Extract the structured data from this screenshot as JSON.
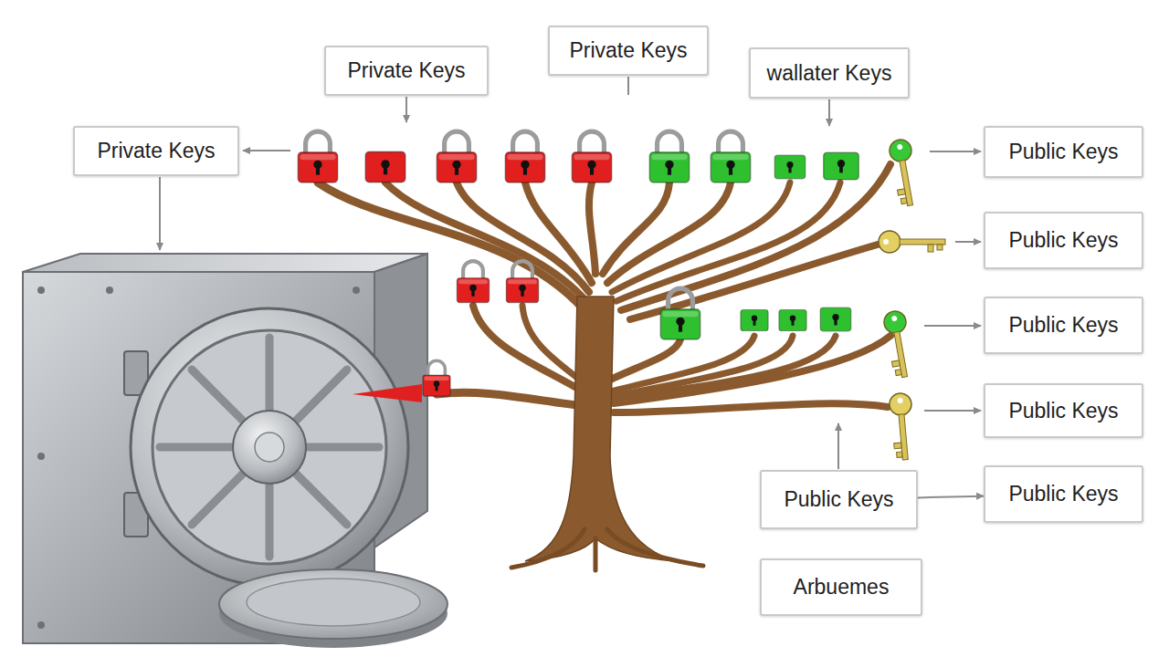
{
  "diagram": {
    "nodes": [
      {
        "text": [
          "Private Keys"
        ]
      },
      {
        "text": [
          "Private Keys"
        ]
      },
      {
        "text": [
          "wallater Keys"
        ]
      },
      {
        "text": [
          "Private Keys"
        ]
      },
      {
        "text": [
          "Public Keys"
        ]
      },
      {
        "text": [
          "Public Keys"
        ]
      },
      {
        "text": [
          "Public Keys"
        ]
      },
      {
        "text": [
          "Public Keys"
        ]
      },
      {
        "text": [
          "Public Keys"
        ]
      },
      {
        "text": [
          "Public Keys"
        ]
      },
      {
        "text": [
          "Arbuemes"
        ]
      }
    ],
    "edges": [
      {
        "from": 8,
        "to": 9,
        "arrow": "to"
      }
    ]
  }
}
